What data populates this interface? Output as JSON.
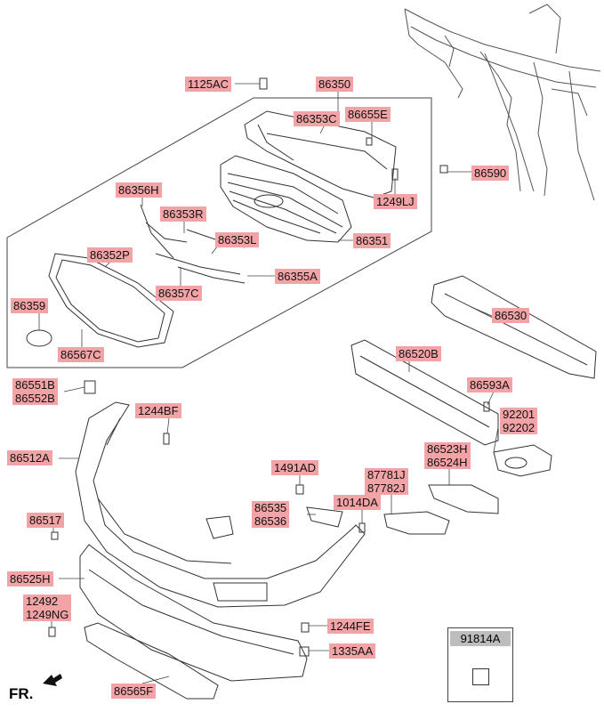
{
  "labels": {
    "p1125AC": "1125AC",
    "p86350": "86350",
    "p86353C": "86353C",
    "p86655E": "86655E",
    "p86590": "86590",
    "p1249LJ": "1249LJ",
    "p86356H": "86356H",
    "p86353R": "86353R",
    "p86353L": "86353L",
    "p86351": "86351",
    "p86352P": "86352P",
    "p86355A": "86355A",
    "p86357C": "86357C",
    "p86359": "86359",
    "p86567C": "86567C",
    "p86530": "86530",
    "p86520B": "86520B",
    "p86551B": "86551B",
    "p86552B": "86552B",
    "p86593A": "86593A",
    "p1244BF": "1244BF",
    "p92201": "92201",
    "p92202": "92202",
    "p86512A": "86512A",
    "p86523H": "86523H",
    "p86524H": "86524H",
    "p1491AD": "1491AD",
    "p87781J": "87781J",
    "p87782J": "87782J",
    "p86517": "86517",
    "p86535": "86535",
    "p86536": "86536",
    "p1014DA": "1014DA",
    "p86525H": "86525H",
    "p12492": "12492",
    "p1249NG": "1249NG",
    "p1244FE": "1244FE",
    "p1335AA": "1335AA",
    "p86565F": "86565F"
  },
  "reference_box": {
    "label": "91814A"
  },
  "direction_marker": "FR."
}
